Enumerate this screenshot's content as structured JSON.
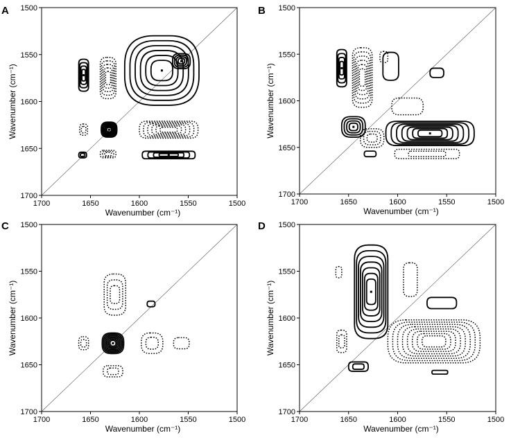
{
  "chart_data": [
    {
      "type": "contour",
      "panel_label": "A",
      "xlabel": "Wavenumber  (cm⁻¹)",
      "ylabel": "Wavenumber  (cm⁻¹)",
      "xlim": [
        1700,
        1500
      ],
      "ylim": [
        1500,
        1700
      ],
      "x_ticks": [
        1700,
        1650,
        1600,
        1550,
        1500
      ],
      "y_ticks": [
        1500,
        1550,
        1600,
        1650,
        1700
      ],
      "diagonal": true,
      "features": [
        {
          "x": 1657,
          "y": 1572,
          "rx": 5,
          "ry": 17,
          "sign": "positive",
          "levels": 4
        },
        {
          "x": 1632,
          "y": 1575,
          "rx": 8,
          "ry": 22,
          "sign": "negative",
          "levels": 5
        },
        {
          "x": 1577,
          "y": 1567,
          "rx": 38,
          "ry": 37,
          "sign": "positive",
          "levels": 6
        },
        {
          "x": 1557,
          "y": 1557,
          "rx": 9,
          "ry": 8,
          "sign": "positive",
          "levels": 4
        },
        {
          "x": 1657,
          "y": 1630,
          "rx": 4,
          "ry": 6,
          "sign": "negative",
          "levels": 2
        },
        {
          "x": 1631,
          "y": 1630,
          "rx": 8,
          "ry": 8,
          "sign": "positive",
          "levels": 6
        },
        {
          "x": 1570,
          "y": 1630,
          "rx": 30,
          "ry": 9,
          "sign": "negative",
          "levels": 6
        },
        {
          "x": 1658,
          "y": 1657,
          "rx": 4,
          "ry": 3,
          "sign": "positive",
          "levels": 2
        },
        {
          "x": 1632,
          "y": 1656,
          "rx": 8,
          "ry": 4,
          "sign": "negative",
          "levels": 3
        },
        {
          "x": 1570,
          "y": 1657,
          "rx": 27,
          "ry": 4,
          "sign": "positive",
          "levels": 4
        }
      ]
    },
    {
      "type": "contour",
      "panel_label": "B",
      "xlabel": "Wavenumber  (cm⁻¹)",
      "ylabel": "Wavenumber  (cm⁻¹)",
      "xlim": [
        1700,
        1500
      ],
      "ylim": [
        1500,
        1700
      ],
      "x_ticks": [
        1700,
        1650,
        1600,
        1550,
        1500
      ],
      "y_ticks": [
        1500,
        1550,
        1600,
        1650,
        1700
      ],
      "diagonal": true,
      "features": [
        {
          "x": 1657,
          "y": 1565,
          "rx": 5,
          "ry": 20,
          "sign": "positive",
          "levels": 4
        },
        {
          "x": 1636,
          "y": 1575,
          "rx": 10,
          "ry": 32,
          "sign": "negative",
          "levels": 6
        },
        {
          "x": 1607,
          "y": 1563,
          "rx": 8,
          "ry": 15,
          "sign": "positive",
          "levels": 1
        },
        {
          "x": 1614,
          "y": 1553,
          "rx": 4,
          "ry": 6,
          "sign": "negative",
          "levels": 1
        },
        {
          "x": 1560,
          "y": 1570,
          "rx": 7,
          "ry": 5,
          "sign": "positive",
          "levels": 1
        },
        {
          "x": 1590,
          "y": 1606,
          "rx": 16,
          "ry": 9,
          "sign": "negative",
          "levels": 1
        },
        {
          "x": 1645,
          "y": 1628,
          "rx": 12,
          "ry": 11,
          "sign": "positive",
          "levels": 4
        },
        {
          "x": 1626,
          "y": 1640,
          "rx": 12,
          "ry": 10,
          "sign": "negative",
          "levels": 3
        },
        {
          "x": 1628,
          "y": 1657,
          "rx": 6,
          "ry": 3,
          "sign": "positive",
          "levels": 1
        },
        {
          "x": 1567,
          "y": 1635,
          "rx": 45,
          "ry": 13,
          "sign": "positive",
          "levels": 7
        },
        {
          "x": 1570,
          "y": 1657,
          "rx": 33,
          "ry": 5,
          "sign": "negative",
          "levels": 2
        }
      ]
    },
    {
      "type": "contour",
      "panel_label": "C",
      "xlabel": "Wavenumber  (cm⁻¹)",
      "ylabel": "Wavenumber  (cm⁻¹)",
      "xlim": [
        1700,
        1500
      ],
      "ylim": [
        1500,
        1700
      ],
      "x_ticks": [
        1700,
        1650,
        1600,
        1550,
        1500
      ],
      "y_ticks": [
        1500,
        1550,
        1600,
        1650,
        1700
      ],
      "diagonal": true,
      "features": [
        {
          "x": 1625,
          "y": 1575,
          "rx": 11,
          "ry": 22,
          "sign": "negative",
          "levels": 3
        },
        {
          "x": 1588,
          "y": 1585,
          "rx": 4,
          "ry": 3,
          "sign": "positive",
          "levels": 1
        },
        {
          "x": 1657,
          "y": 1627,
          "rx": 5,
          "ry": 7,
          "sign": "negative",
          "levels": 2
        },
        {
          "x": 1627,
          "y": 1627,
          "rx": 11,
          "ry": 11,
          "sign": "positive",
          "levels": 7
        },
        {
          "x": 1587,
          "y": 1627,
          "rx": 11,
          "ry": 11,
          "sign": "negative",
          "levels": 2
        },
        {
          "x": 1557,
          "y": 1627,
          "rx": 8,
          "ry": 6,
          "sign": "negative",
          "levels": 1
        },
        {
          "x": 1627,
          "y": 1657,
          "rx": 10,
          "ry": 6,
          "sign": "negative",
          "levels": 2
        }
      ]
    },
    {
      "type": "contour",
      "panel_label": "D",
      "xlabel": "Wavenumber  (cm⁻¹)",
      "ylabel": "Wavenumber  (cm⁻¹)",
      "xlim": [
        1700,
        1500
      ],
      "ylim": [
        1500,
        1700
      ],
      "x_ticks": [
        1700,
        1650,
        1600,
        1550,
        1500
      ],
      "y_ticks": [
        1500,
        1550,
        1600,
        1650,
        1700
      ],
      "diagonal": true,
      "features": [
        {
          "x": 1660,
          "y": 1551,
          "rx": 3,
          "ry": 6,
          "sign": "negative",
          "levels": 1
        },
        {
          "x": 1627,
          "y": 1572,
          "rx": 17,
          "ry": 50,
          "sign": "positive",
          "levels": 7
        },
        {
          "x": 1587,
          "y": 1559,
          "rx": 7,
          "ry": 18,
          "sign": "negative",
          "levels": 1
        },
        {
          "x": 1555,
          "y": 1584,
          "rx": 15,
          "ry": 6,
          "sign": "positive",
          "levels": 1
        },
        {
          "x": 1657,
          "y": 1625,
          "rx": 5,
          "ry": 12,
          "sign": "negative",
          "levels": 2
        },
        {
          "x": 1563,
          "y": 1625,
          "rx": 47,
          "ry": 23,
          "sign": "negative",
          "levels": 8
        },
        {
          "x": 1640,
          "y": 1652,
          "rx": 10,
          "ry": 5,
          "sign": "positive",
          "levels": 2
        },
        {
          "x": 1557,
          "y": 1658,
          "rx": 8,
          "ry": 2,
          "sign": "positive",
          "levels": 1
        }
      ]
    }
  ]
}
